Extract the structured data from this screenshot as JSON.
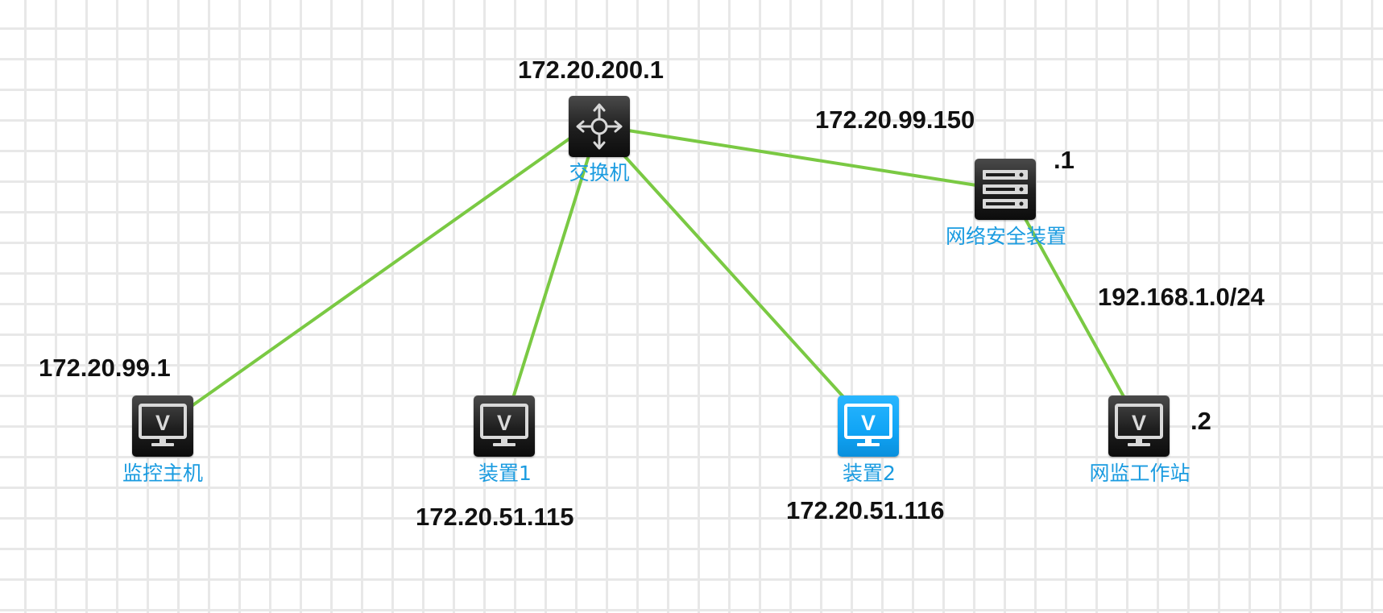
{
  "nodes": {
    "switch": {
      "label": "交换机",
      "ip": "172.20.200.1",
      "icon": "router-arrows-icon"
    },
    "security": {
      "label": "网络安全装置",
      "ip": "172.20.99.150",
      "port": ".1",
      "icon": "server-rack-icon"
    },
    "monitor": {
      "label": "监控主机",
      "ip": "172.20.99.1",
      "icon": "vm-monitor-icon"
    },
    "device1": {
      "label": "装置1",
      "ip": "172.20.51.115",
      "icon": "vm-monitor-icon"
    },
    "device2": {
      "label": "装置2",
      "ip": "172.20.51.116",
      "icon": "vm-monitor-icon"
    },
    "workstation": {
      "label": "网监工作站",
      "port": ".2",
      "icon": "vm-monitor-icon"
    }
  },
  "subnet": {
    "label": "192.168.1.0/24"
  },
  "colors": {
    "link": "#7ac943",
    "label": "#1a9be0",
    "ip_text": "#111111",
    "selected_node": "#10a4f5"
  },
  "links": [
    {
      "from": "switch",
      "to": "monitor"
    },
    {
      "from": "switch",
      "to": "device1"
    },
    {
      "from": "switch",
      "to": "device2"
    },
    {
      "from": "switch",
      "to": "security"
    },
    {
      "from": "security",
      "to": "workstation"
    }
  ],
  "selected": "device2"
}
